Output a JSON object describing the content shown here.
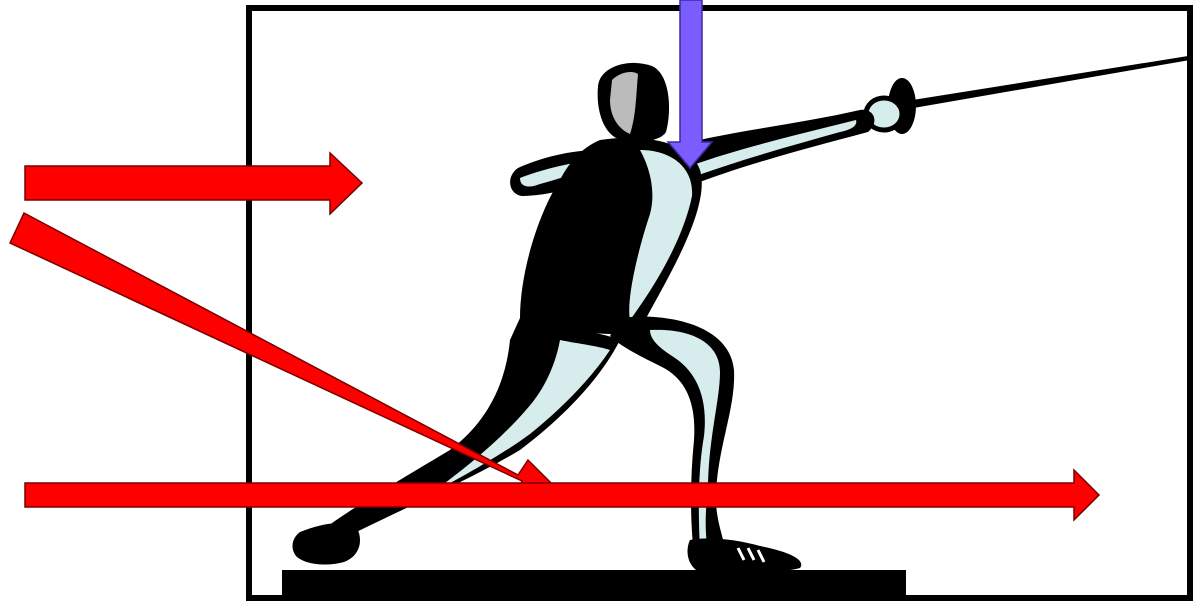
{
  "figure": {
    "subject": "fencer-lunge",
    "arrows": [
      {
        "name": "horizontal-arrow-upper",
        "color": "#ff0000",
        "direction": "right"
      },
      {
        "name": "diagonal-arrow",
        "color": "#ff0000",
        "direction": "down-right"
      },
      {
        "name": "horizontal-arrow-lower",
        "color": "#ff0000",
        "direction": "right"
      },
      {
        "name": "vertical-arrow",
        "color": "#7a5cff",
        "direction": "down"
      }
    ],
    "colors": {
      "frame": "#000000",
      "suit_shade": "#d7ecec",
      "silhouette": "#000000",
      "red_arrow": "#ff0000",
      "blue_arrow": "#7a5cff"
    }
  }
}
